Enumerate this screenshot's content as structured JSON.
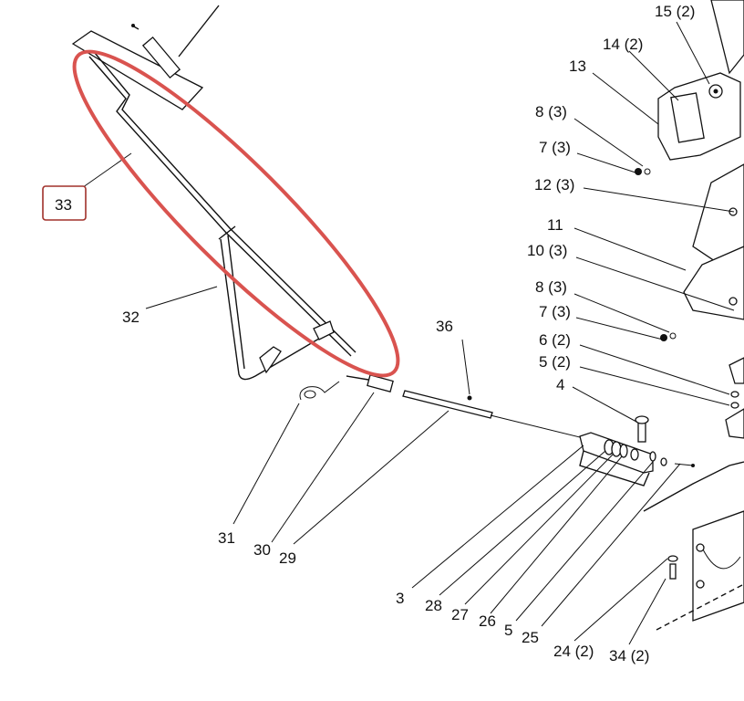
{
  "diagram": {
    "labels": {
      "l15": "15 (2)",
      "l14": "14 (2)",
      "l13": "13",
      "l8a": "8 (3)",
      "l7a": "7 (3)",
      "l12": "12 (3)",
      "l11": "11",
      "l10": "10 (3)",
      "l8b": "8 (3)",
      "l7b": "7 (3)",
      "l6": "6 (2)",
      "l5a": "5 (2)",
      "l4": "4",
      "l36": "36",
      "l32": "32",
      "l33": "33",
      "l31": "31",
      "l30": "30",
      "l29": "29",
      "l3": "3",
      "l28": "28",
      "l27": "27",
      "l26": "26",
      "l5b": "5",
      "l25": "25",
      "l24": "24 (2)",
      "l34": "34 (2)"
    },
    "highlight": {
      "ellipse_color": "#d9534f",
      "box_color": "#a0302a"
    }
  }
}
